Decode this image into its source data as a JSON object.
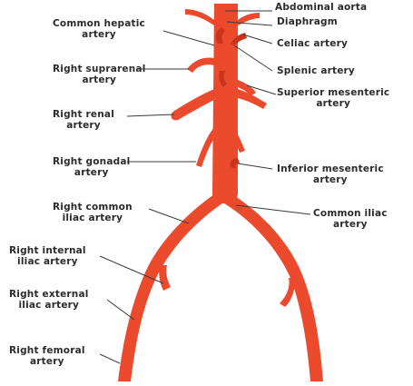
{
  "labels": {
    "abdominal_aorta": "Abdominal aorta",
    "diaphragm": "Diaphragm",
    "celiac_artery": "Celiac artery",
    "splenic_artery": "Splenic artery",
    "superior_mesenteric_1": "Superior mesenteric",
    "superior_mesenteric_2": "artery",
    "inferior_mesenteric_1": "Inferior mesenteric",
    "inferior_mesenteric_2": "artery",
    "common_iliac_1": "Common iliac",
    "common_iliac_2": "artery",
    "common_hepatic_1": "Common hepatic",
    "common_hepatic_2": "artery",
    "right_suprarenal_1": "Right suprarenal",
    "right_suprarenal_2": "artery",
    "right_renal_1": "Right renal",
    "right_renal_2": "artery",
    "right_gonadal_1": "Right gonadal",
    "right_gonadal_2": "artery",
    "right_common_iliac_1": "Right common",
    "right_common_iliac_2": "iliac artery",
    "right_internal_iliac_1": "Right internal",
    "right_internal_iliac_2": "iliac artery",
    "right_external_iliac_1": "Right external",
    "right_external_iliac_2": "iliac artery",
    "right_femoral_1": "Right femoral",
    "right_femoral_2": "artery"
  },
  "colors": {
    "artery": "#ec4a2c",
    "artery_shadow": "#c8351b",
    "label_text": "#2b2b2b",
    "leader_line": "#3a3a3a",
    "background": "#ffffff"
  }
}
